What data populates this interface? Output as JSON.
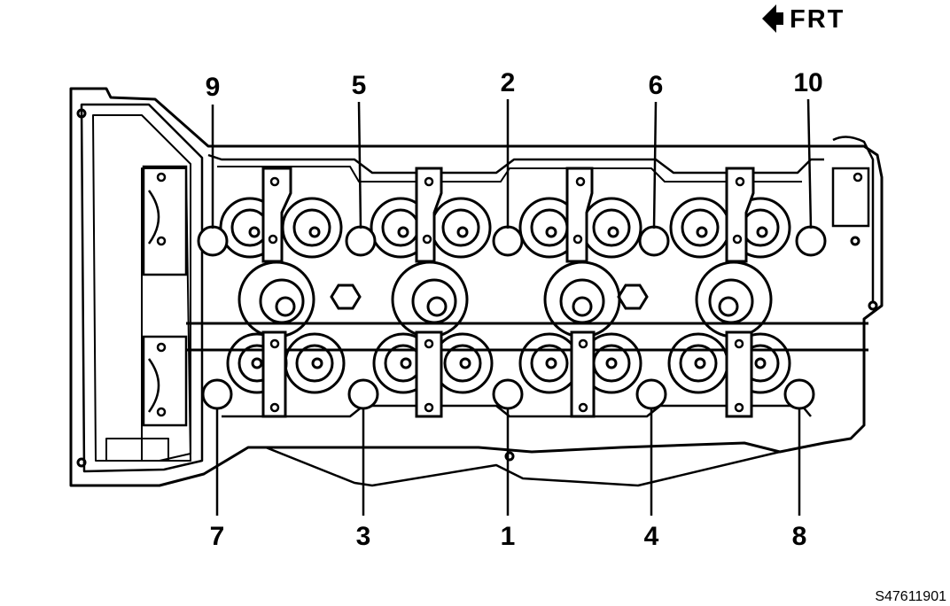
{
  "direction": {
    "label": "FRT",
    "icon": "arrow-left-icon"
  },
  "bolt_labels": {
    "top": [
      "9",
      "5",
      "2",
      "6",
      "10"
    ],
    "bottom": [
      "7",
      "3",
      "1",
      "4",
      "8"
    ]
  },
  "reference_code": "S47611901",
  "colors": {
    "line": "#000000",
    "background": "#ffffff"
  }
}
